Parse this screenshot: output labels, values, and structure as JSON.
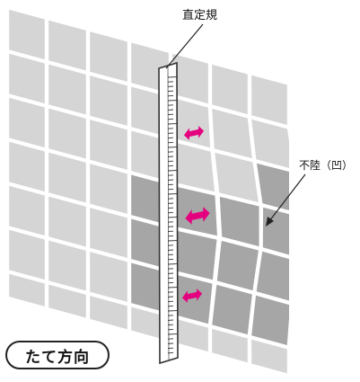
{
  "labels": {
    "ruler": "直定規",
    "unevenness": "不陸（凹）",
    "direction_badge": "たて方向"
  },
  "colors": {
    "tile": "#d5d5d5",
    "tile_depressed": "#a6a6a6",
    "grout": "#ffffff",
    "arrow": "#e4007f",
    "ruler_fill": "#ffffff",
    "ruler_stroke": "#333333",
    "text": "#111111"
  },
  "arrows_count": 3
}
